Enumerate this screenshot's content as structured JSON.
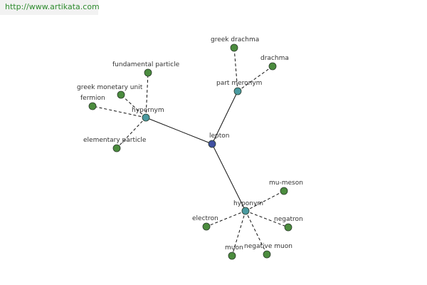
{
  "banner": {
    "url": "http://www.artikata.com"
  },
  "colors": {
    "root": "#3f4fa0",
    "relation": "#4a9aa0",
    "leaf": "#4b8c3e",
    "node_stroke": "#2a3a2a",
    "edge": "#111111",
    "banner_text": "#2e8b2e"
  },
  "graph": {
    "root": {
      "id": "lepton",
      "label": "lepton"
    },
    "relations": [
      {
        "id": "hypernym",
        "label": "hypernym",
        "leaves": [
          "fundamental particle",
          "greek monetary unit",
          "fermion",
          "elementary particle"
        ]
      },
      {
        "id": "part-meronym",
        "label": "part meronym",
        "leaves": [
          "greek drachma",
          "drachma"
        ]
      },
      {
        "id": "hyponym",
        "label": "hyponym",
        "leaves": [
          "mu-meson",
          "electron",
          "negatron",
          "muon",
          "negative muon"
        ]
      }
    ]
  }
}
